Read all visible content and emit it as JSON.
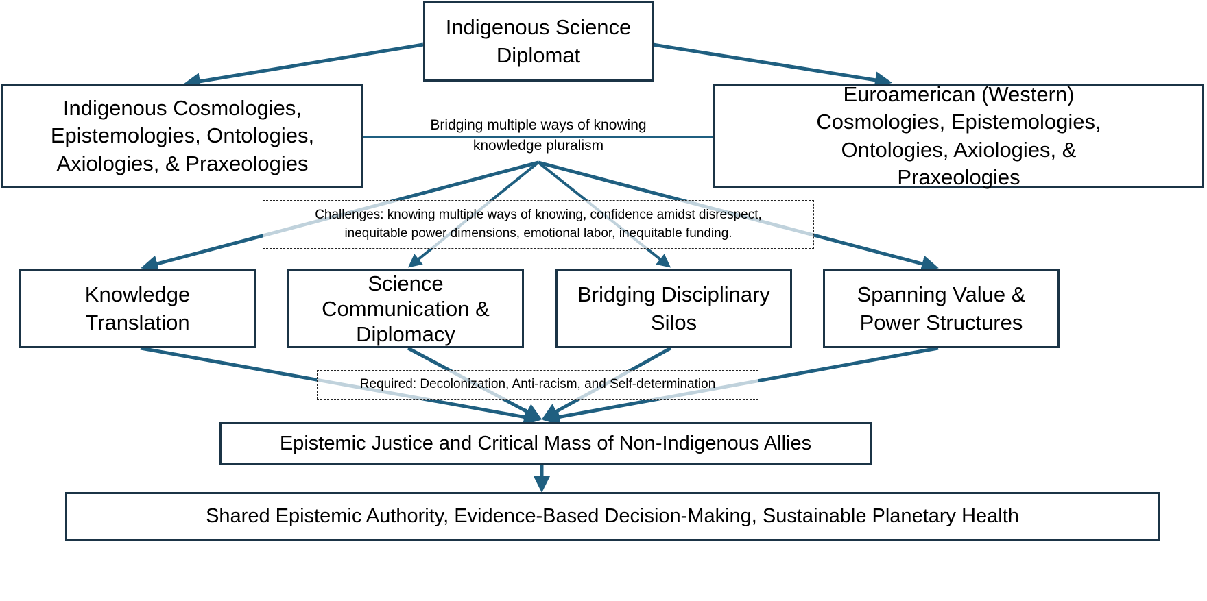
{
  "colors": {
    "arrow": "#1f5f80",
    "border": "#1b3446"
  },
  "nodes": {
    "top": "Indigenous Science\nDiplomat",
    "indigenous": "Indigenous Cosmologies,\nEpistemologies, Ontologies,\nAxiologies, & Praxeologies",
    "western": "Euroamerican (Western)\nCosmologies, Epistemologies,\nOntologies, Axiologies, &\nPraxeologies",
    "bridging_label": "Bridging multiple ways of knowing\nknowledge pluralism",
    "challenges": "Challenges: knowing multiple ways of knowing, confidence amidst disrespect,\ninequitable power dimensions, emotional labor, inequitable funding.",
    "roles": [
      "Knowledge\nTranslation",
      "Science\nCommunication &\nDiplomacy",
      "Bridging Disciplinary\nSilos",
      "Spanning Value &\nPower Structures"
    ],
    "required": "Required: Decolonization, Anti-racism, and Self-determination",
    "justice": "Epistemic Justice and Critical Mass of Non-Indigenous Allies",
    "outcome": "Shared Epistemic Authority, Evidence-Based Decision-Making, Sustainable Planetary Health"
  }
}
